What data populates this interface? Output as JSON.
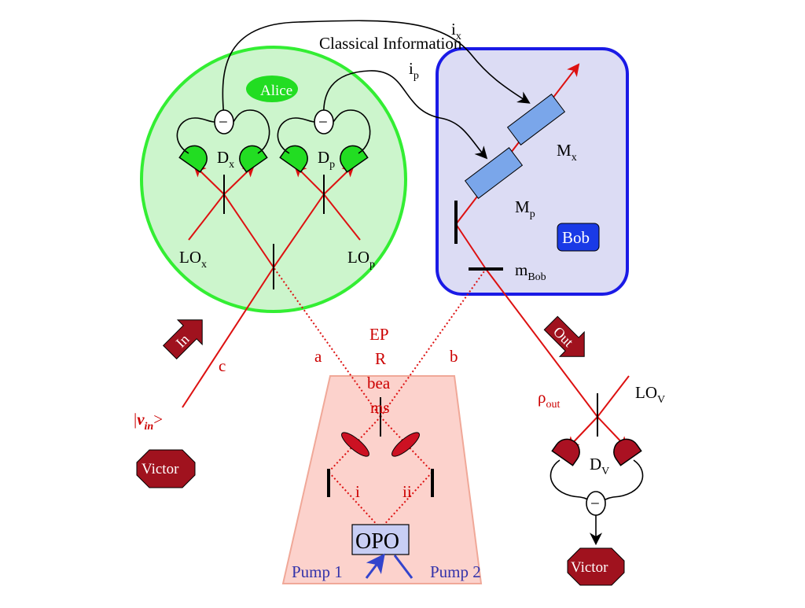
{
  "classical_information": "Classical Information",
  "alice": "Alice",
  "bob": "Bob",
  "victor": "Victor",
  "opo": "OPO",
  "pump1": "Pump 1",
  "pump2": "Pump 2",
  "in_arrow": "In",
  "out_arrow": "Out",
  "beam_a": "a",
  "beam_b": "b",
  "beam_c": "c",
  "beam_i": "i",
  "beam_ii": "ii",
  "epr_lines": [
    "EP",
    "R",
    "bea",
    "ms"
  ],
  "ix": {
    "base": "i",
    "sub": "x"
  },
  "ip": {
    "base": "i",
    "sub": "p"
  },
  "Mx": {
    "base": "M",
    "sub": "x"
  },
  "Mp": {
    "base": "M",
    "sub": "p"
  },
  "mBob": {
    "base": "m",
    "sub": "Bob"
  },
  "Dx": {
    "base": "D",
    "sub": "x"
  },
  "Dp": {
    "base": "D",
    "sub": "p"
  },
  "DV": {
    "base": "D",
    "sub": "V"
  },
  "LOx": {
    "base": "LO",
    "sub": "x"
  },
  "LOp": {
    "base": "LO",
    "sub": "p"
  },
  "LOV": {
    "base": "LO",
    "sub": "V"
  },
  "rho_out": {
    "base": "ρ",
    "sub": "out"
  },
  "vin_ket": {
    "open": "|",
    "v": "v",
    "sub": "in",
    "close": ">"
  },
  "minus": "−",
  "colors": {
    "alice_fill": "#ccf5cc",
    "alice_border": "#33ee33",
    "bob_fill": "#dcdcf4",
    "bob_border": "#1a1ae6",
    "beam": "#dd1111",
    "opo_fill": "#fcd2cc",
    "opo_border": "#f0a898",
    "modulator": "#7aa6ea",
    "detector_green": "#22dd22",
    "detector_red": "#aa1122",
    "victor": "#a0121e",
    "pump": "#3344cc"
  }
}
